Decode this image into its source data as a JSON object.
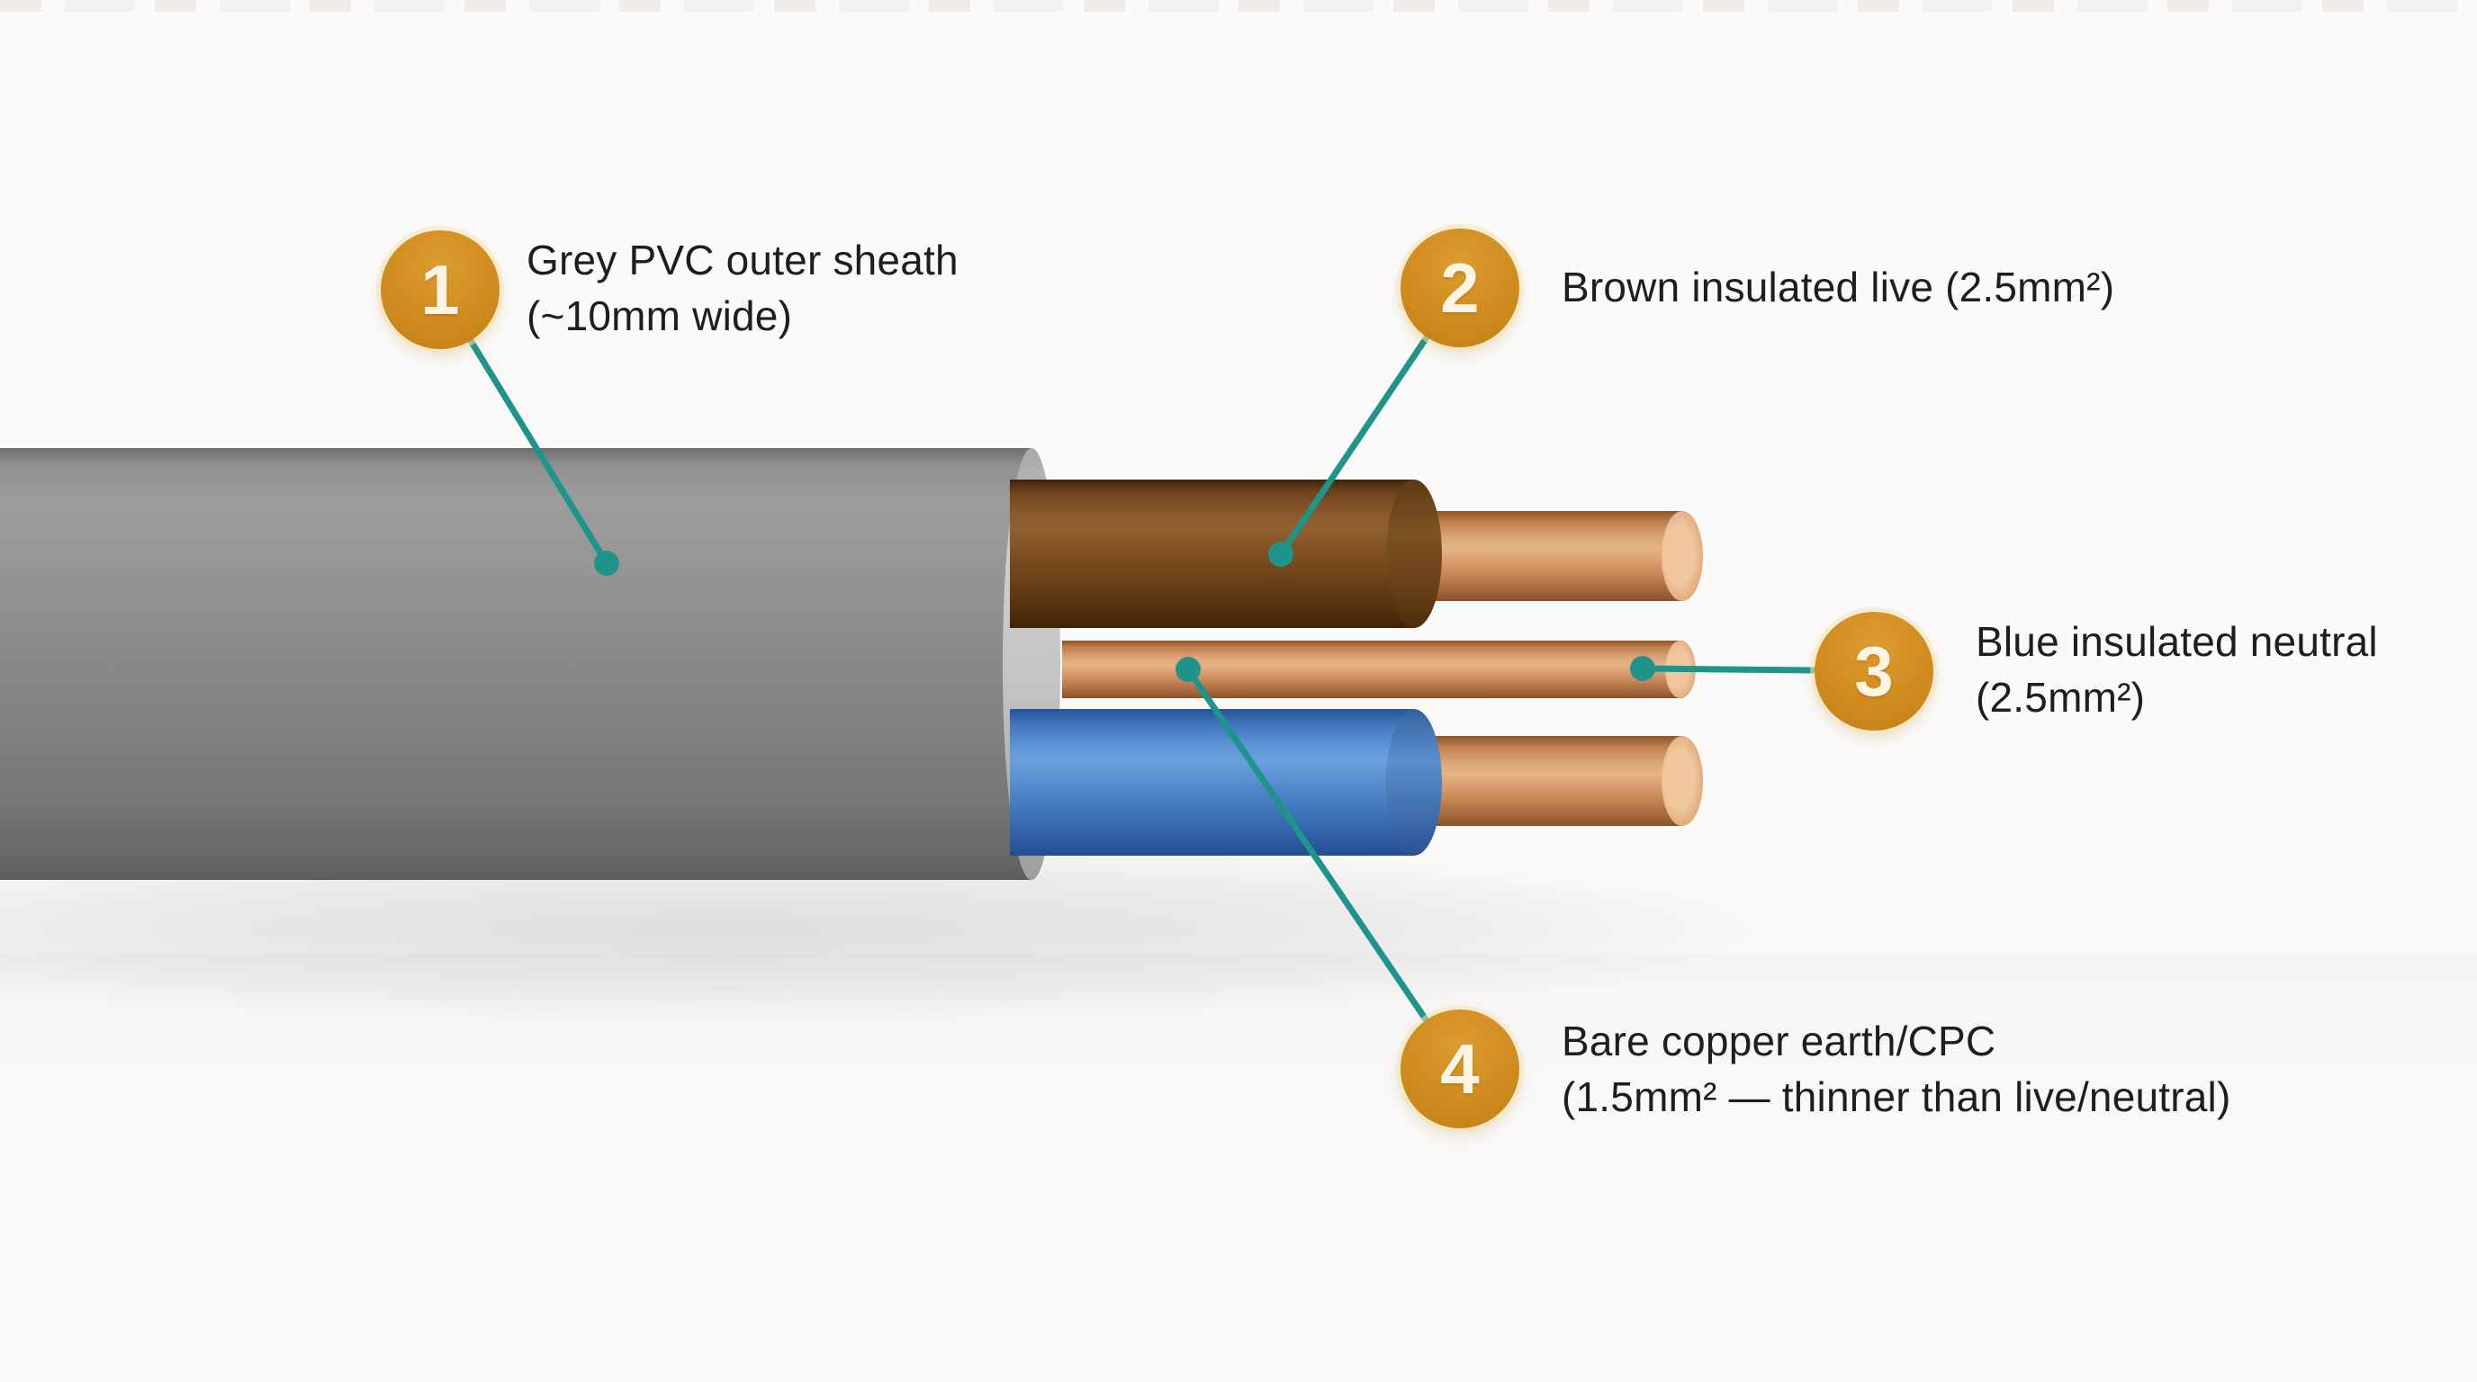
{
  "colors": {
    "badge": "#d08c1e",
    "badgeText": "#fdf5e4",
    "leader": "#1f948b",
    "labelText": "#1e1e1e",
    "sheathGrey": "#8c8c8c",
    "insulationBrown": "#7c4e20",
    "insulationBlue": "#4e86c9",
    "copper": "#d89a6a",
    "background": "#fbfaf9"
  },
  "callouts": [
    {
      "number": "1",
      "label_line1": "Grey PVC outer sheath",
      "label_line2": "(~10mm wide)"
    },
    {
      "number": "2",
      "label_line1": "Brown insulated live (2.5mm²)",
      "label_line2": ""
    },
    {
      "number": "3",
      "label_line1": "Blue insulated neutral",
      "label_line2": "(2.5mm²)"
    },
    {
      "number": "4",
      "label_line1": "Bare copper earth/CPC",
      "label_line2": "(1.5mm² — thinner than live/neutral)"
    }
  ]
}
